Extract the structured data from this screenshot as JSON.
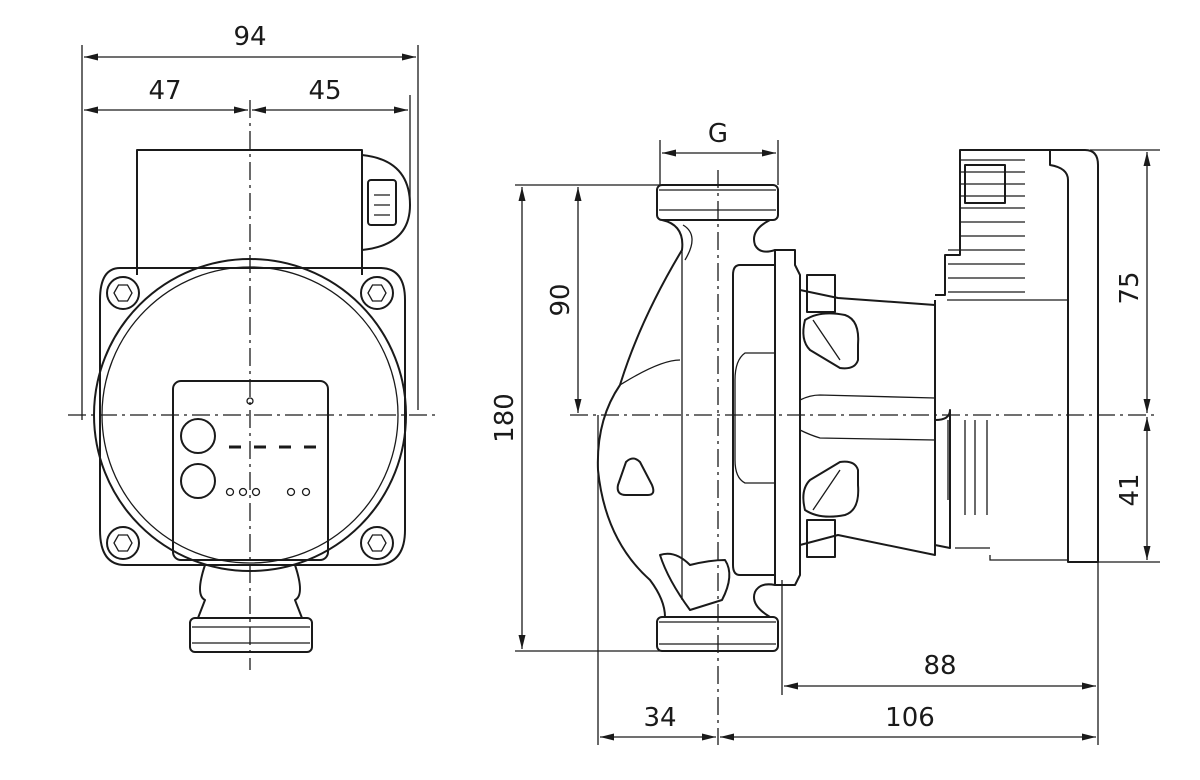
{
  "front_view": {
    "overall_width": "94",
    "left_to_axis": "47",
    "axis_to_right": "45"
  },
  "side_view": {
    "connection_thread": "G",
    "axis_height": "90",
    "port_to_port": "180",
    "upper_height": "75",
    "lower_height": "41",
    "motor_length": "88",
    "inlet_to_axis": "34",
    "axis_to_end": "106"
  }
}
